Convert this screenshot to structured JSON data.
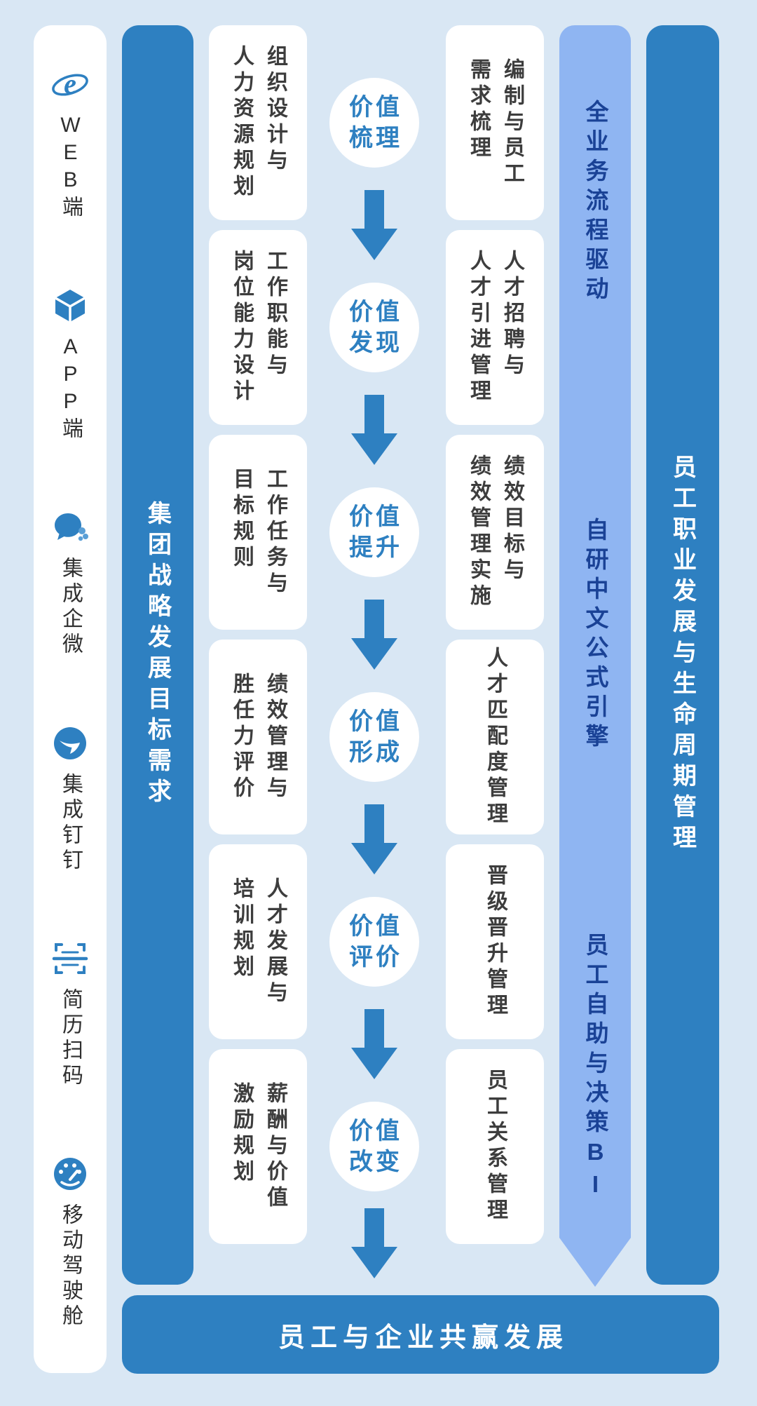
{
  "colors": {
    "background": "#d9e7f4",
    "primary_blue": "#2e80c1",
    "light_blue": "#8fb5f2",
    "navy_text": "#1a4296",
    "card_text": "#3d3d3d",
    "white": "#ffffff"
  },
  "channels": {
    "items": [
      {
        "label": "WEB端",
        "icon": "ie-browser-icon"
      },
      {
        "label": "APP端",
        "icon": "app-cube-icon"
      },
      {
        "label": "集成企微",
        "icon": "wecom-icon"
      },
      {
        "label": "集成钉钉",
        "icon": "dingtalk-icon"
      },
      {
        "label": "简历扫码",
        "icon": "resume-scan-icon"
      },
      {
        "label": "移动驾驶舱",
        "icon": "mobile-cockpit-icon"
      }
    ]
  },
  "strategy_bar": {
    "label": "集团战略发展目标需求"
  },
  "hr_design_cards": [
    {
      "line1": "组织设计与",
      "line2": "人力资源规划"
    },
    {
      "line1": "工作职能与",
      "line2": "岗位能力设计"
    },
    {
      "line1": "工作任务与",
      "line2": "目标规则"
    },
    {
      "line1": "绩效管理与",
      "line2": "胜任力评价"
    },
    {
      "line1": "人才发展与",
      "line2": "培训规划"
    },
    {
      "line1": "薪酬与价值",
      "line2": "激励规划"
    }
  ],
  "value_steps": [
    {
      "top": "价值",
      "bottom": "梳理"
    },
    {
      "top": "价值",
      "bottom": "发现"
    },
    {
      "top": "价值",
      "bottom": "提升"
    },
    {
      "top": "价值",
      "bottom": "形成"
    },
    {
      "top": "价值",
      "bottom": "评价"
    },
    {
      "top": "价值",
      "bottom": "改变"
    }
  ],
  "execution_cards": [
    {
      "line1": "编制与员工",
      "line2": "需求梳理"
    },
    {
      "line1": "人才招聘与",
      "line2": "人才引进管理"
    },
    {
      "line1": "绩效目标与",
      "line2": "绩效管理实施"
    },
    {
      "line1": "人才匹配度管理",
      "line2": ""
    },
    {
      "line1": "晋级晋升管理",
      "line2": ""
    },
    {
      "line1": "员工关系管理",
      "line2": ""
    }
  ],
  "engine_bar": {
    "labels": [
      "全业务流程驱动",
      "自研中文公式引擎",
      "员工自助与决策BI"
    ]
  },
  "lifecycle_bar": {
    "label": "员工职业发展与生命周期管理"
  },
  "bottom_bar": {
    "label": "员工与企业共赢发展"
  }
}
